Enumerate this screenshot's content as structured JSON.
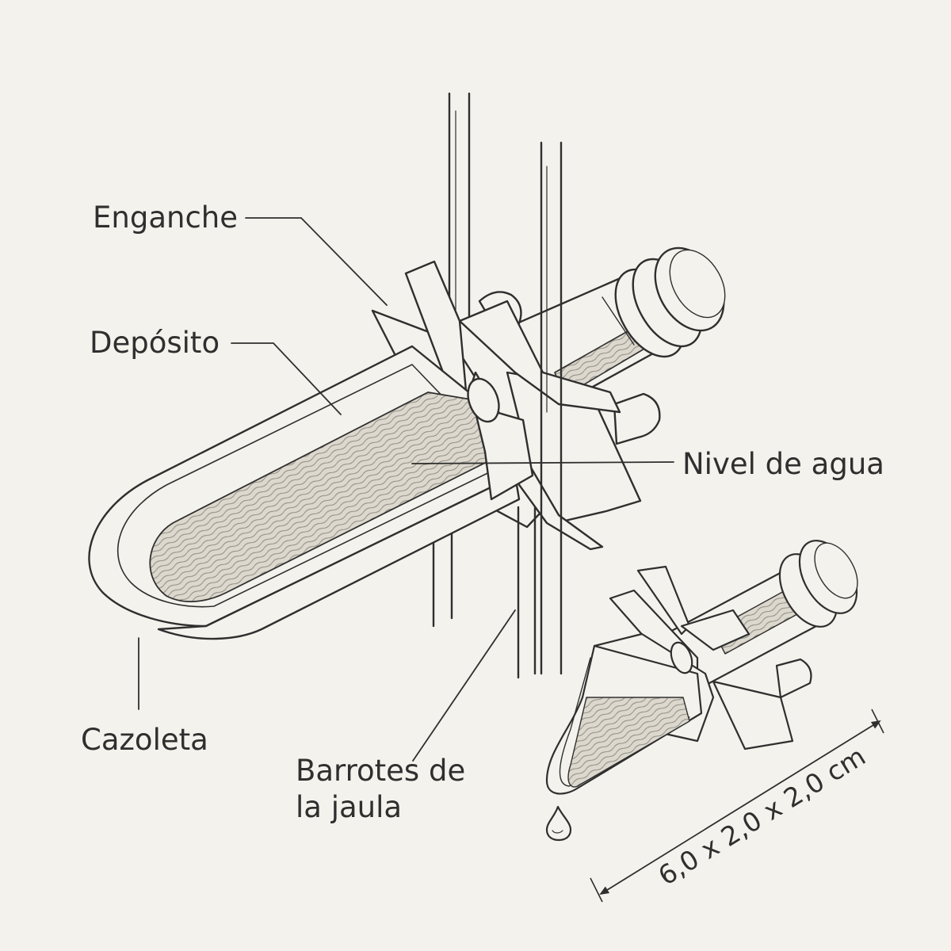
{
  "diagram": {
    "labels": {
      "hook": "Enganche",
      "reservoir": "Depósito",
      "water_level": "Nivel de agua",
      "cup": "Cazoleta",
      "bars_line1": "Barrotes de",
      "bars_line2": "la jaula"
    },
    "dimension": "6,0 x 2,0 x 2,0 cm"
  },
  "colors": {
    "background": "#f4f2ec",
    "line": "#2f2f2f",
    "fill": "#f4f2ec",
    "water": "#d9d5cb"
  }
}
